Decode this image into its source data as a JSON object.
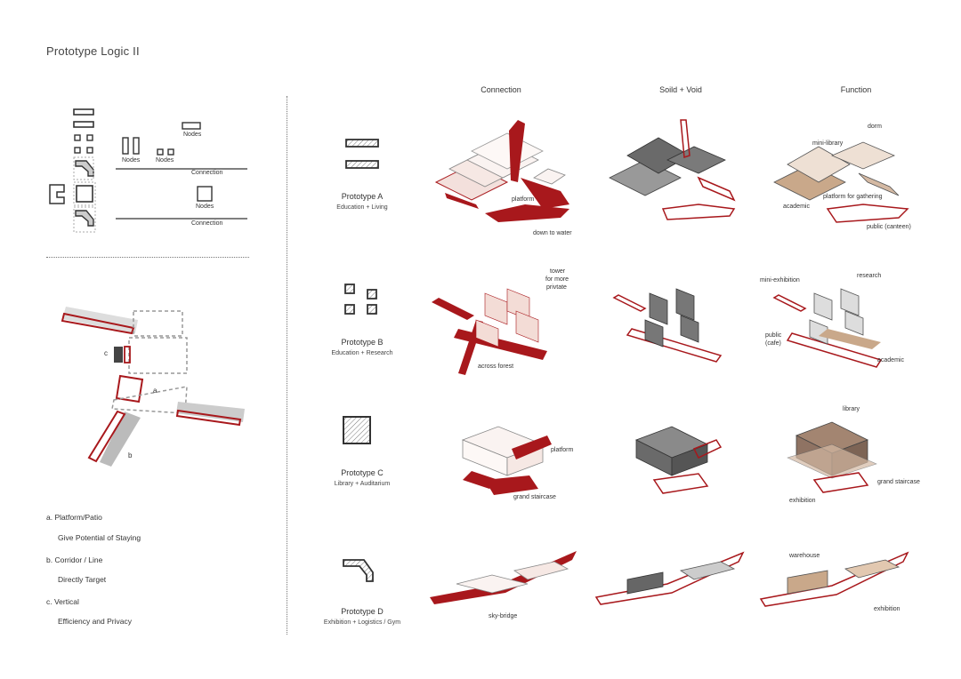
{
  "title": "Prototype Logic II",
  "columns": [
    "Connection",
    "Soild + Void",
    "Function"
  ],
  "logic_diagram": {
    "nodes_label_1": "Nodes",
    "nodes_label_2": "Nodes",
    "nodes_label_3": "Nodes",
    "nodes_label_4": "Nodes",
    "connection_label_1": "Connection",
    "connection_label_2": "Connection"
  },
  "plan": {
    "label_a": "a",
    "label_b": "b",
    "label_c": "c"
  },
  "legend": [
    {
      "title": "a. Platform/Patio",
      "desc": "Give Potential of Staying"
    },
    {
      "title": "b. Corridor / Line",
      "desc": "Directly Target"
    },
    {
      "title": "c. Vertical",
      "desc": "Efficiency and Privacy"
    }
  ],
  "prototypes": [
    {
      "name": "Prototype A",
      "sub": "Education + Living",
      "connection_labels": [
        "platform",
        "down to water"
      ],
      "function_labels": [
        "dorm",
        "mini-library",
        "platform for gathering",
        "academic",
        "public (canteen)"
      ]
    },
    {
      "name": "Prototype B",
      "sub": "Education + Research",
      "connection_labels": [
        "tower",
        "for more",
        "privtate",
        "across forest"
      ],
      "function_labels": [
        "mini-exhibition",
        "research",
        "public",
        "(cafe)",
        "academic"
      ]
    },
    {
      "name": "Prototype C",
      "sub": "Library + Auditarium",
      "connection_labels": [
        "platform",
        "grand staircase"
      ],
      "function_labels": [
        "library",
        "grand staircase",
        "exhibition"
      ]
    },
    {
      "name": "Prototype D",
      "sub": "Exhibition + Logistics / Gym",
      "connection_labels": [
        "sky-bridge"
      ],
      "function_labels": [
        "warehouse",
        "exhibition"
      ]
    }
  ],
  "colors": {
    "red": "#a8181c",
    "pink": "#f2d8d4",
    "grey": "#8a8a8a",
    "darkgrey": "#5a5a5a",
    "tan": "#c9a88a",
    "brown": "#8f7363"
  }
}
